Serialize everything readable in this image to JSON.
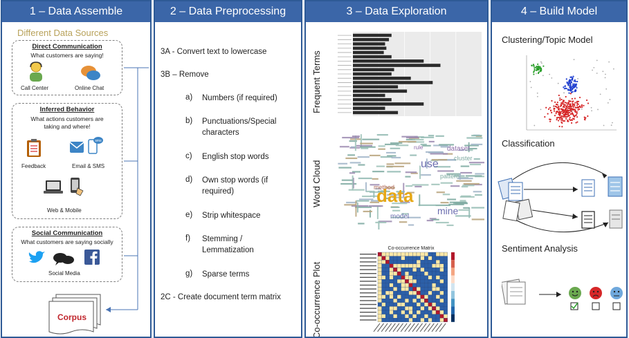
{
  "columns": {
    "col1": "1 – Data Assemble",
    "col2": "2 – Data Preprocessing",
    "col3": "3 – Data Exploration",
    "col4": "4 – Build Model"
  },
  "assemble": {
    "sources_title": "Different Data Sources",
    "direct": {
      "title": "Direct Communication",
      "subtitle": "What customers are saying!",
      "items": [
        "Call Center",
        "Online Chat"
      ]
    },
    "inferred": {
      "title": "Inferred Behavior",
      "subtitle_1": "What actions customers are",
      "subtitle_2": "taking and where!",
      "items": [
        "Feedback",
        "Email & SMS",
        "Web & Mobile"
      ]
    },
    "social": {
      "title": "Social Communication",
      "subtitle": "What customers are saying socially",
      "items": [
        "Social Media"
      ]
    },
    "corpus": "Corpus"
  },
  "preprocessing": {
    "step_3a": "3A - Convert text to lowercase",
    "step_3b": "3B – Remove",
    "sub_items": [
      {
        "letter": "a)",
        "line1": "Numbers (if required)",
        "line2": ""
      },
      {
        "letter": "b)",
        "line1": "Punctuations/Special",
        "line2": "characters"
      },
      {
        "letter": "c)",
        "line1": "English stop words",
        "line2": ""
      },
      {
        "letter": "d)",
        "line1": "Own stop words (if",
        "line2": "required)"
      },
      {
        "letter": "e)",
        "line1": "Strip whitespace",
        "line2": ""
      },
      {
        "letter": "f)",
        "line1": "Stemming /",
        "line2": "Lemmatization"
      },
      {
        "letter": "g)",
        "line1": "Sparse terms",
        "line2": ""
      }
    ],
    "step_2c": "2C - Create document term matrix"
  },
  "exploration": {
    "frequent_terms_label": "Frequent Terms",
    "word_cloud_label": "Word Cloud",
    "cooccurrence_label": "Co-occurrence Plot",
    "matrix_title": "Co-occurrence Matrix",
    "bar_values": [
      0.3,
      0.28,
      0.25,
      0.26,
      0.24,
      0.3,
      0.55,
      0.68,
      0.32,
      0.3,
      0.45,
      0.62,
      0.35,
      0.42,
      0.25,
      0.3,
      0.55,
      0.25,
      0.35
    ]
  },
  "words": {
    "big": "data",
    "medium": [
      "use",
      "mine",
      "pattern",
      "dataset",
      "cluster",
      "model",
      "rule",
      "method"
    ]
  },
  "model": {
    "clustering": "Clustering/Topic Model",
    "classification": "Classification",
    "sentiment": "Sentiment Analysis"
  },
  "colors": {
    "header_bg": "#3b66a8",
    "border": "#2e5a96",
    "corpus": "#c0262d",
    "cluster_green": "#2ca02c",
    "cluster_blue": "#1f3fd0",
    "cluster_red": "#d62728"
  }
}
